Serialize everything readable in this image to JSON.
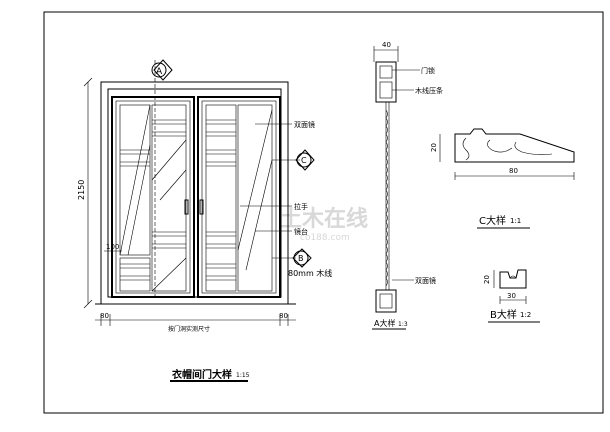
{
  "sheet": {
    "main_title": "衣帽间门大样",
    "main_scale": "1:15",
    "dim_height": "2150",
    "dim_left_80": "80",
    "dim_right_80": "80",
    "dim_width_label": "按门洞实测尺寸",
    "dim_100": "100",
    "callout_c": "C",
    "callout_b": "B",
    "callout_a": "A",
    "label_mirror_top": "双面镜",
    "label_handle": "拉手",
    "label_mirror_mid": "镜台",
    "label_80mm": "80mm 木线",
    "section_a_width": "40",
    "label_door_lock": "门锁",
    "label_wood_strip": "木线压条",
    "label_mirror_bottom": "双面镜",
    "section_a_title": "A大样",
    "section_a_scale": "1:3",
    "section_c_height": "20",
    "section_c_width": "80",
    "section_c_title": "C大样",
    "section_c_scale": "1:1",
    "section_b_height": "20",
    "section_b_width": "30",
    "section_b_title": "B大样",
    "section_b_scale": "1:2",
    "watermark_text": "土木在线",
    "watermark_sub": "co188.com"
  }
}
